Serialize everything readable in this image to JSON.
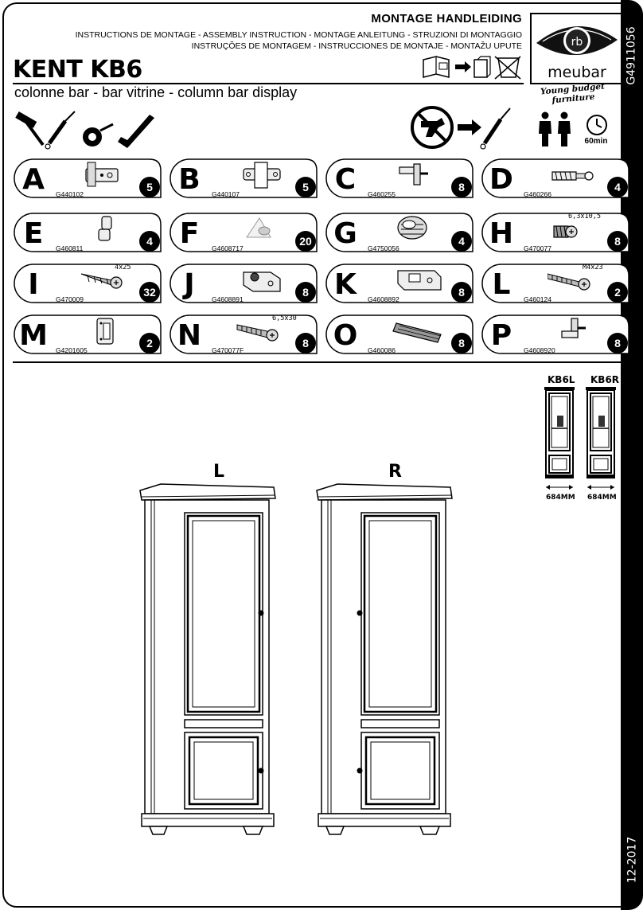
{
  "header": {
    "title": "MONTAGE HANDLEIDING",
    "languages_line1": "INSTRUCTIONS DE MONTAGE - ASSEMBLY INSTRUCTION - MONTAGE ANLEITUNG - STRUZIONI DI MONTAGGIO",
    "languages_line2": "INSTRUÇÕES DE MONTAGEM - INSTRUCCIONES DE MONTAJE - MONTAŽU UPUTE",
    "model": "KENT KB6",
    "subtitle": "colonne bar - bar vitrine - column bar display"
  },
  "brand": {
    "logo_text": "meubar",
    "tagline": "Young budget furniture"
  },
  "sidebar": {
    "code": "G4911056",
    "date": "12-2017"
  },
  "info": {
    "assembly_time": "60min"
  },
  "parts": [
    {
      "letter": "A",
      "code": "G440102",
      "qty": "5",
      "dim": ""
    },
    {
      "letter": "B",
      "code": "G440107",
      "qty": "5",
      "dim": ""
    },
    {
      "letter": "C",
      "code": "G460255",
      "qty": "8",
      "dim": ""
    },
    {
      "letter": "D",
      "code": "G460266",
      "qty": "4",
      "dim": ""
    },
    {
      "letter": "E",
      "code": "G460811",
      "qty": "4",
      "dim": ""
    },
    {
      "letter": "F",
      "code": "G4608717",
      "qty": "20",
      "dim": ""
    },
    {
      "letter": "G",
      "code": "G4750056",
      "qty": "4",
      "dim": ""
    },
    {
      "letter": "H",
      "code": "G470077",
      "qty": "8",
      "dim": "6,3x10,5"
    },
    {
      "letter": "I",
      "code": "G470009",
      "qty": "32",
      "dim": "4x25"
    },
    {
      "letter": "J",
      "code": "G4608891",
      "qty": "8",
      "dim": ""
    },
    {
      "letter": "K",
      "code": "G4608892",
      "qty": "8",
      "dim": ""
    },
    {
      "letter": "L",
      "code": "G460124",
      "qty": "2",
      "dim": "M4x23"
    },
    {
      "letter": "M",
      "code": "G4201605",
      "qty": "2",
      "dim": ""
    },
    {
      "letter": "N",
      "code": "G470077F",
      "qty": "8",
      "dim": "6,5x30"
    },
    {
      "letter": "O",
      "code": "G460086",
      "qty": "8",
      "dim": ""
    },
    {
      "letter": "P",
      "code": "G4608920",
      "qty": "8",
      "dim": ""
    }
  ],
  "variants": {
    "left_label": "KB6L",
    "right_label": "KB6R",
    "left_width": "684MM",
    "right_width": "684MM",
    "left_side": "L",
    "right_side": "R"
  }
}
